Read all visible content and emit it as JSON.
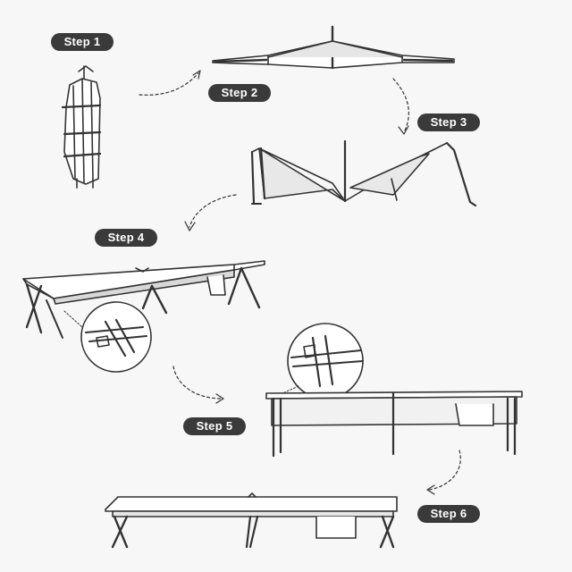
{
  "steps": [
    {
      "label": "Step 1"
    },
    {
      "label": "Step 2"
    },
    {
      "label": "Step 3"
    },
    {
      "label": "Step 4"
    },
    {
      "label": "Step 5"
    },
    {
      "label": "Step 6"
    }
  ],
  "colors": {
    "badge": "#3a3a3a",
    "badge_text": "#ffffff",
    "line": "#333333",
    "fabric": "#cfcfcf",
    "background": "#f7f7f7"
  },
  "icons": [
    "folded-cot-icon",
    "dashed-arrow-icon",
    "magnifier-detail-icon"
  ]
}
